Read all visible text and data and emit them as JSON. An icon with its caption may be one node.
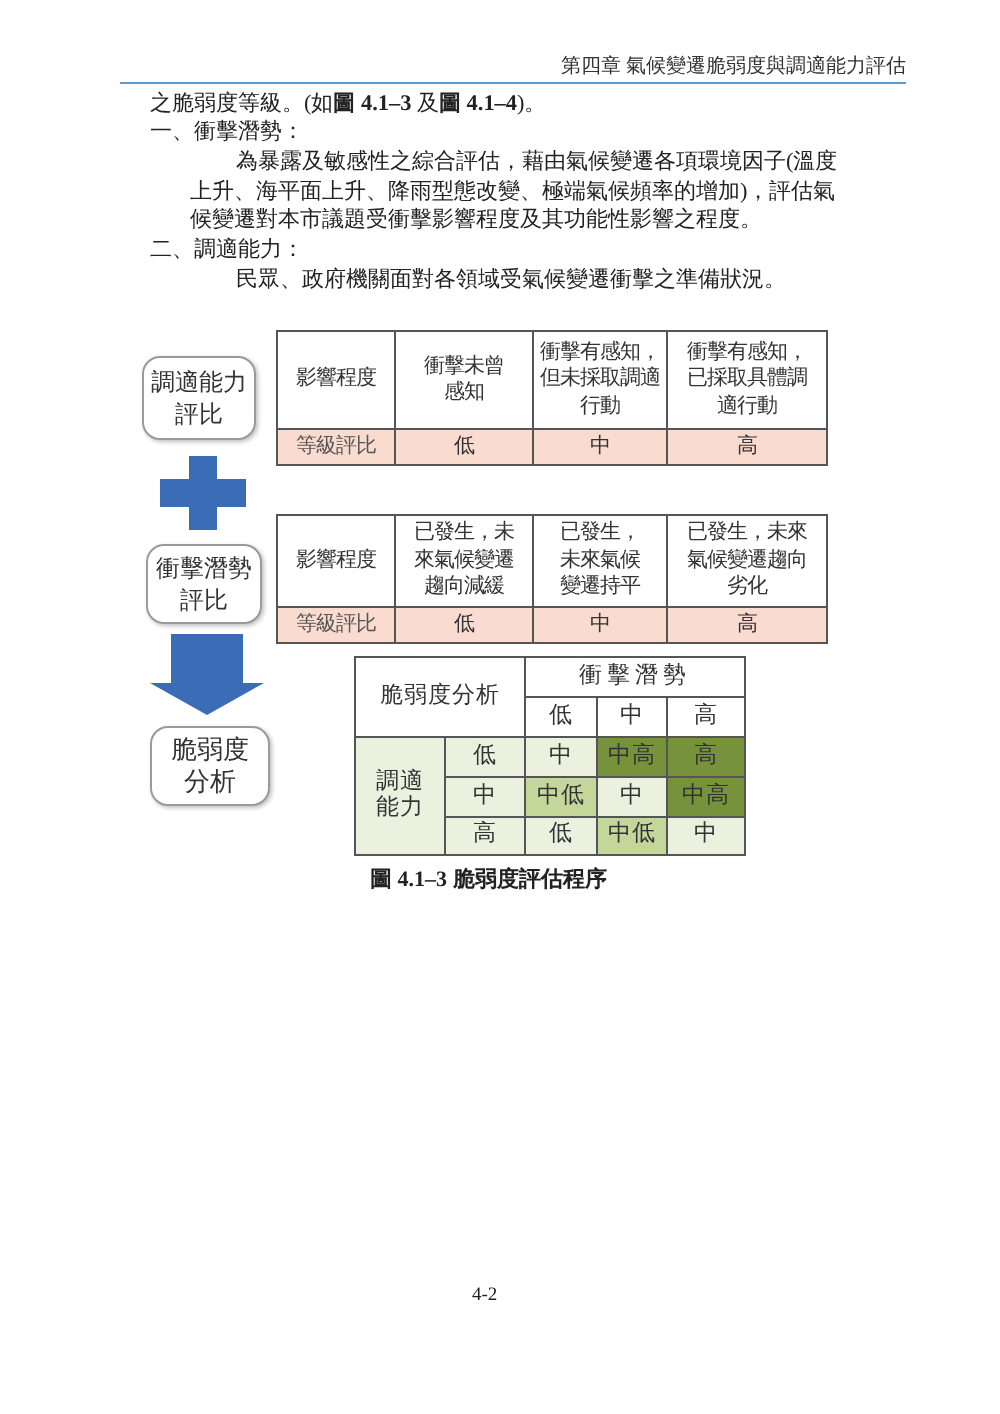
{
  "diagram": {
    "caption": "圖 4.1–3 脆弱度評估程序",
    "nodes": [
      {
        "text": [
          "調適能力評比"
        ]
      },
      {
        "text": [
          "衝擊潛勢評比"
        ]
      },
      {
        "text": [
          "脆弱度分析"
        ]
      }
    ],
    "edges": [
      {
        "from": 1,
        "to": 2,
        "arrow": "to"
      }
    ],
    "labels": [
      "第四章 氣候變遷脆弱度與調適能力評估",
      "之脆弱度等級。(如**圖 4.1–3** 及**圖 4.1–4**)。",
      "一、衝擊潛勢：",
      "為暴露及敏感性之綜合評估，藉由氣候變遷各項環境因子(溫度上升、海平面上升、降雨型態改變、極端氣候頻率的增加)，評估氣候變遷對本市議題受衝擊影響程度及其功能性影響之程度。",
      "二、調適能力：",
      "民眾、政府機關面對各領域受氣候變遷衝擊之準備狀況。",
      "影響程度",
      "衝擊未曾感知",
      "衝擊有感知，但未採取調適行動",
      "衝擊有感知，已採取具體調適行動",
      "等級評比",
      "低",
      "中",
      "高",
      "影響程度",
      "已發生，未來氣候變遷趨向減緩",
      "已發生，未來氣候變遷持平",
      "已發生，未來氣候變遷趨向劣化",
      "等級評比",
      "低",
      "中",
      "高",
      "脆弱度分析",
      "衝擊潛勢",
      "低",
      "中",
      "高",
      "調適能力",
      "低",
      "中",
      "中高",
      "高",
      "中",
      "中低",
      "中",
      "中高",
      "高",
      "低",
      "中低",
      "中",
      "4-2"
    ]
  }
}
